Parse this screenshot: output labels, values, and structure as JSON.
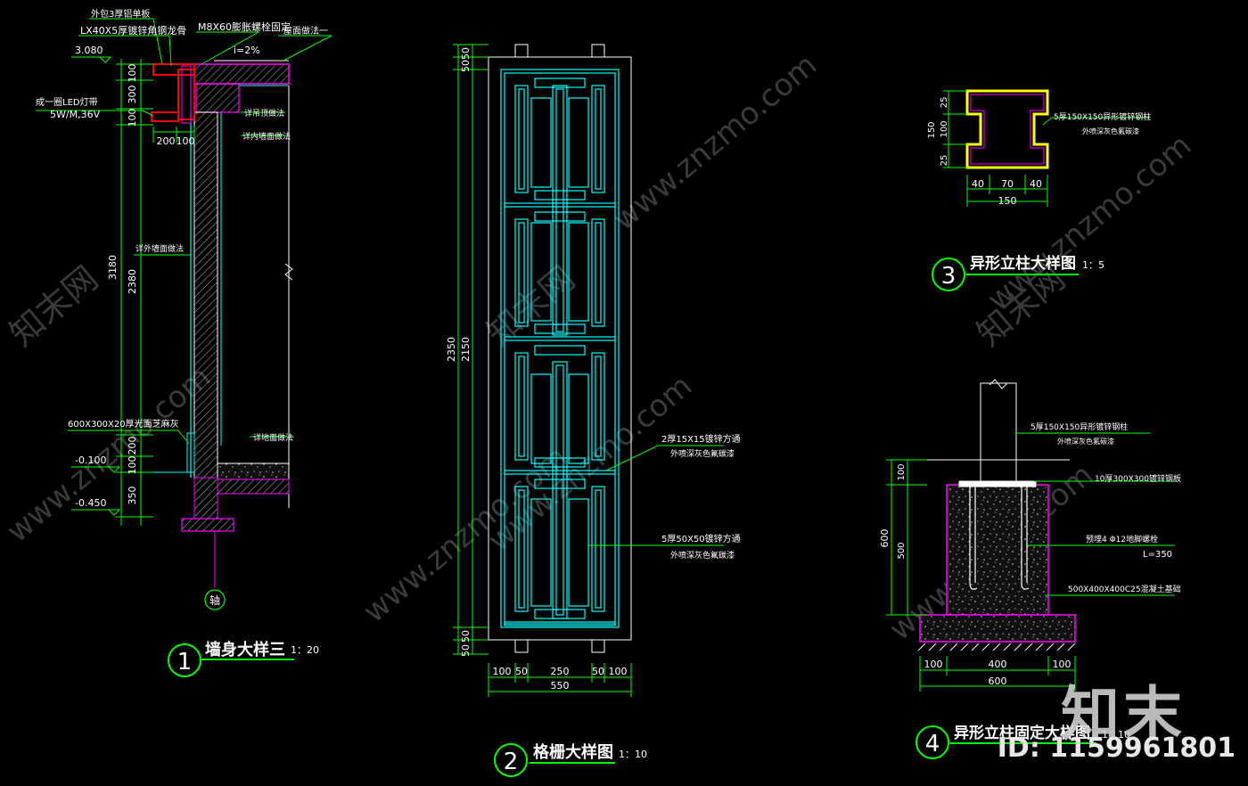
{
  "detail1": {
    "title": "墙身大样三",
    "scale": "1：20",
    "number": "1",
    "labels": {
      "wrap_plate": "外包3厚铝单板",
      "angle_steel": "LX40X5厚镀锌角钢龙骨",
      "bolt": "M8X60膨胀螺栓固定",
      "roof": "屋面做法一",
      "slope": "i=2%",
      "led": "成一圈LED灯带",
      "led_spec": "5W/M,36V",
      "outer_wall": "详外墙面做法",
      "ceiling": "详吊顶做法",
      "inner_wall": "详内墙面做法",
      "stone": "600X300X20厚光面芝麻灰",
      "floor": "详地面做法",
      "axis": "轴"
    },
    "elevations": {
      "top": "3.080",
      "mid": "-0.100",
      "bottom": "-0.450"
    },
    "dims_left": [
      "100",
      "300",
      "100",
      "3180",
      "2380",
      "200",
      "100",
      "350"
    ],
    "dims_bottom": [
      "200",
      "100"
    ]
  },
  "detail2": {
    "title": "格栅大样图",
    "scale": "1：10",
    "number": "2",
    "labels": {
      "tube_small": "2厚15X15镀锌方通",
      "tube_small_finish": "外喷深灰色氟碳漆",
      "tube_large": "5厚50X50镀锌方通",
      "tube_large_finish": "外喷深灰色氟碳漆"
    },
    "dims_left": [
      "50",
      "50",
      "2350",
      "2150",
      "50",
      "50"
    ],
    "dims_bottom": [
      "100",
      "50",
      "250",
      "50",
      "100"
    ],
    "overall_width": "550"
  },
  "detail3": {
    "title": "异形立柱大样图",
    "scale": "1：5",
    "number": "3",
    "label": "5厚150X150异形镀锌钢柱",
    "label_finish": "外喷深灰色氟碳漆",
    "dims_left": [
      "150",
      "25",
      "100",
      "25"
    ],
    "dims_bottom": [
      "40",
      "70",
      "40"
    ],
    "overall_width": "150"
  },
  "detail4": {
    "title": "异形立柱固定大样图",
    "scale": "1：10",
    "number": "4",
    "labels": {
      "column": "5厚150X150异形镀锌钢柱",
      "column_finish": "外喷深灰色氟碳漆",
      "plate": "10厚300X300镀锌钢板",
      "bolt": "预埋4 Φ12地脚螺栓",
      "bolt_len": "L=350",
      "footing": "500X400X400C25混凝土基础"
    },
    "dims_left": [
      "600",
      "100",
      "500"
    ],
    "dims_bottom": [
      "100",
      "400",
      "100"
    ],
    "overall_width": "600"
  },
  "watermark": {
    "brand": "知末",
    "id": "ID: 1159961801",
    "site": "www.znzmo.com",
    "site_cn": "知末网"
  },
  "colors": {
    "background": "#000000",
    "green": "#00ff00",
    "cyan": "#00ffff",
    "magenta": "#ff00ff",
    "red": "#ff0000",
    "yellow": "#ffff00",
    "white": "#ffffff"
  }
}
